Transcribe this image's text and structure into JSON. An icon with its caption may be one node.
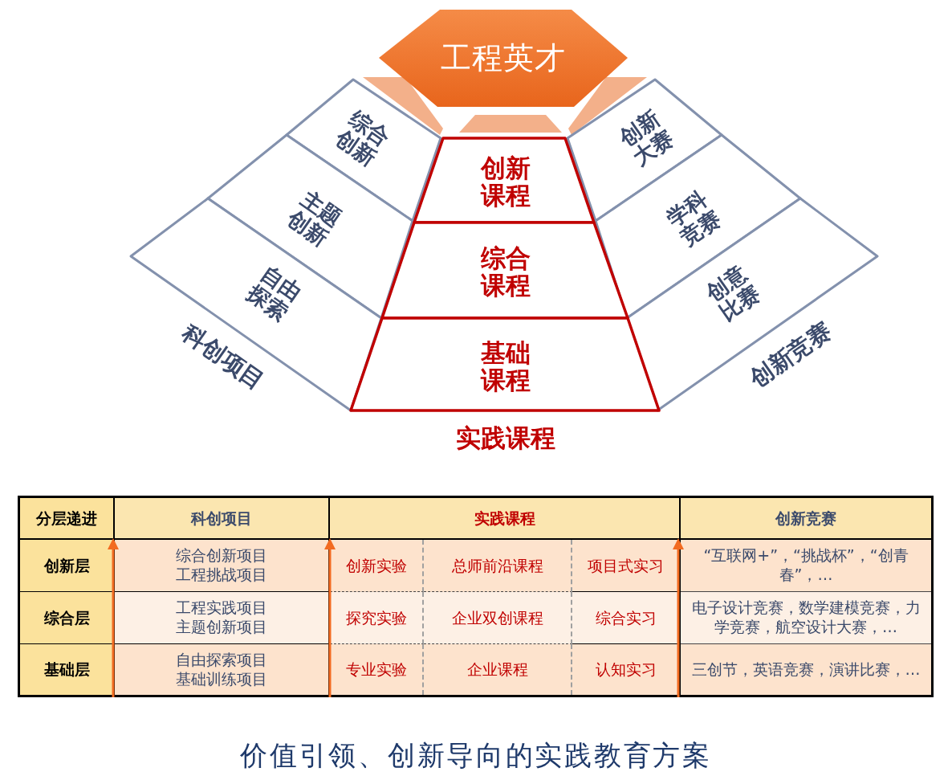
{
  "diagram": {
    "caption": "价值引领、创新导向的实践教育方案",
    "nodes": [
      {
        "text": [
          "工程英才"
        ]
      },
      {
        "text": [
          "综合创新"
        ]
      },
      {
        "text": [
          "主题创新"
        ]
      },
      {
        "text": [
          "自由探索"
        ]
      },
      {
        "text": [
          "创新课程"
        ]
      },
      {
        "text": [
          "综合课程"
        ]
      },
      {
        "text": [
          "基础课程"
        ]
      },
      {
        "text": [
          "创新大赛"
        ]
      },
      {
        "text": [
          "学科竞赛"
        ]
      },
      {
        "text": [
          "创意比赛"
        ]
      }
    ],
    "labels": [
      "科创项目",
      "创新竞赛",
      "实践课程",
      "分层递进",
      "科创项目",
      "实践课程",
      "创新竞赛",
      "创新层",
      "综合创新项目",
      "工程挑战项目",
      "创新实验",
      "总师前沿课程",
      "项目式实习",
      "“互联网+”，“挑战杯”，“创青春”，…",
      "综合层",
      "工程实践项目",
      "主题创新项目",
      "探究实验",
      "企业双创课程",
      "综合实习",
      "电子设计竞赛，数学建模竞赛，力学竞赛，航空设计大赛，…",
      "基础层",
      "自由探索项目",
      "基础训练项目",
      "专业实验",
      "企业课程",
      "认知实习",
      "三创节，英语竞赛，演讲比赛，…"
    ]
  }
}
